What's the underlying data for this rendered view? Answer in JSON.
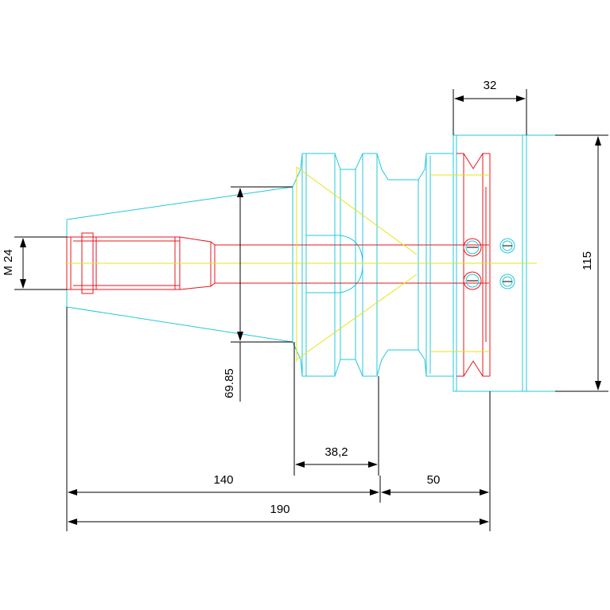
{
  "drawing": {
    "colors": {
      "outline": "#22c8dc",
      "bore": "#e8141c",
      "centerline": "#e6e614",
      "dimension": "#000000",
      "background": "#ffffff"
    },
    "dimensions": {
      "flange_width": "32",
      "flange_diameter": "115",
      "thread": "M 24",
      "taper_diameter": "69.85",
      "groove_position": "38,2",
      "length_shank": "140",
      "length_head": "50",
      "length_total": "190"
    }
  }
}
